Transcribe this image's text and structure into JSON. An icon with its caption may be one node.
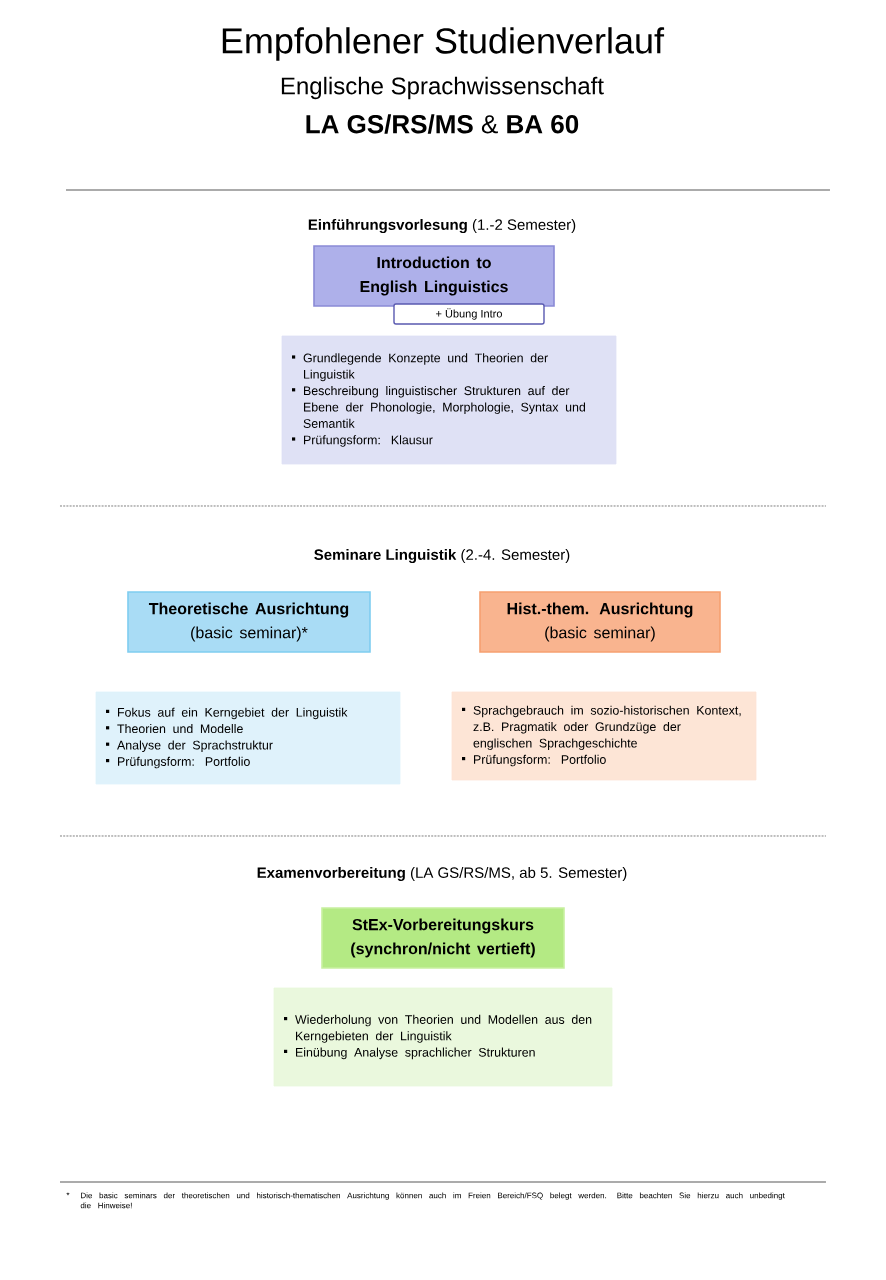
{
  "diagram": {
    "title": "Empfohlener Studienverlauf",
    "nodes": [
      {
        "text": [
          "Introduction to English Linguistics"
        ]
      },
      {
        "text": [
          "+ Übung Intro"
        ]
      },
      {
        "text": [
          "Grundlegende Konzepte und Theorien der Linguistik",
          "Beschreibung linguistischer Strukturen auf der Ebene der Phonologie, Morphologie, Syntax und Semantik",
          "Prüfungsform: Klausur"
        ]
      },
      {
        "text": [
          "Theoretische Ausrichtung",
          "(basic seminar)*"
        ]
      },
      {
        "text": [
          "Hist.-them. Ausrichtung",
          "(basic seminar)"
        ]
      },
      {
        "text": [
          "Fokus auf ein Kerngebiet der Linguistik",
          "Theorien und Modelle",
          "Analyse der Sprachstruktur",
          "Prüfungsform: Portfolio"
        ]
      },
      {
        "text": [
          "Sprachgebrauch im sozio-historischen Kontext, z.B. Pragmatik oder Grundzüge der englischen Sprachgeschichte",
          "Prüfungsform: Portfolio"
        ]
      },
      {
        "text": [
          "StEx-Vorbereitungskurs (synchron/nicht vertieft)"
        ]
      },
      {
        "text": [
          "Wiederholung von Theorien und Modellen aus den Kerngebieten der Linguistik",
          "Einübung Analyse sprachlicher Strukturen"
        ]
      }
    ],
    "labels": [
      "Englische Sprachwissenschaft",
      "**LA GS/RS/MS** & **BA 60**",
      "**Einführungsvorlesung** (1.-2 Semester)",
      "**Seminare Linguistik** (2.-4. Semester)",
      "**Examenvorbereitung** (LA GS/RS/MS, ab 5. Semester)",
      "*",
      "Die basic seminars der theoretischen und historisch-thematischen Ausrichtung können auch im Freien Bereich/FSQ belegt werden. Bitte beachten Sie hierzu auch unbedingt die Hinweise!"
    ]
  }
}
